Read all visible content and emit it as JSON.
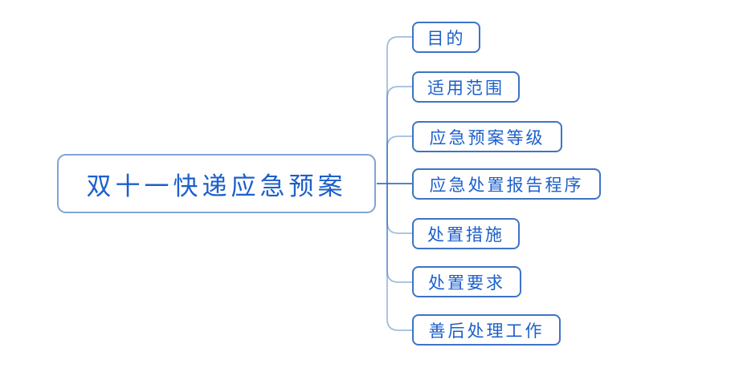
{
  "diagram": {
    "type": "mindmap",
    "root": {
      "label": "双十一快递应急预案"
    },
    "branches": [
      {
        "label": "目的"
      },
      {
        "label": "适用范围"
      },
      {
        "label": "应急预案等级"
      },
      {
        "label": "应急处置报告程序"
      },
      {
        "label": "处置措施"
      },
      {
        "label": "处置要求"
      },
      {
        "label": "善后处理工作"
      }
    ],
    "colors": {
      "background": "#ffffff",
      "node_text": "#1c5fcb",
      "root_border": "#7fa5d8",
      "child_border": "#3e73c5",
      "connector": "#2f6cba"
    }
  }
}
